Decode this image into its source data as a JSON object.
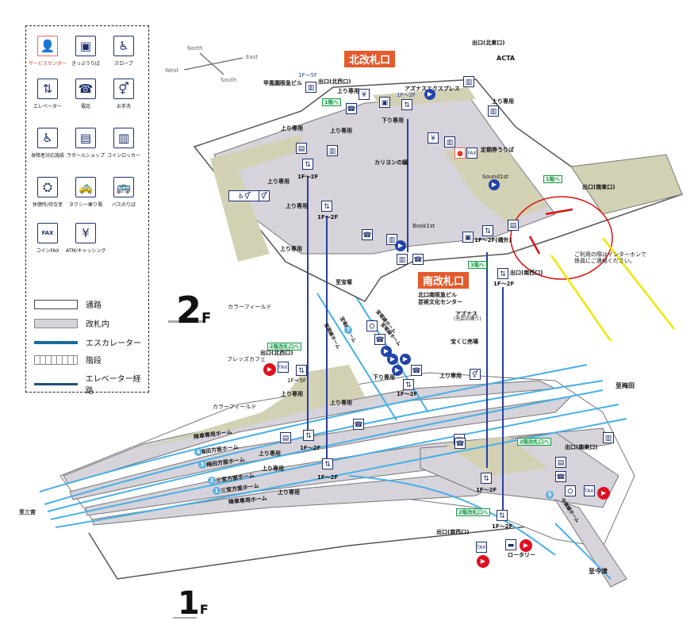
{
  "colors": {
    "concourse_fill": "#d6d3da",
    "open_fill": "#d3d1b4",
    "escalator": "#1a6c9a",
    "elevator_route": "#2a3f9e",
    "track": "#48b0e6",
    "gate_label_bg": "#e35b2d",
    "circle_annotation": "#dd1111",
    "yellow_line": "#f0e600"
  },
  "legend": {
    "icons": [
      {
        "icon": "service-center-icon",
        "glyph": "👤",
        "label": "サービスセンター",
        "highlight": true
      },
      {
        "icon": "ticket-counter-icon",
        "glyph": "▣",
        "label": "きっぷうりば"
      },
      {
        "icon": "slope-icon",
        "glyph": "♿",
        "label": "スロープ"
      },
      {
        "icon": "elevator-icon",
        "glyph": "⇅",
        "label": "エレベーター"
      },
      {
        "icon": "phone-icon",
        "glyph": "☎",
        "label": "電話"
      },
      {
        "icon": "restroom-icon",
        "glyph": "⚥",
        "label": "お手洗"
      },
      {
        "icon": "accessible-facility-icon",
        "glyph": "♿",
        "label": "身障者対応施設"
      },
      {
        "icon": "lagare-shop-icon",
        "glyph": "▤",
        "label": "ラガールショップ"
      },
      {
        "icon": "coin-locker-icon",
        "glyph": "▥",
        "label": "コインロッカー"
      },
      {
        "icon": "waiting-room-icon",
        "glyph": "⛭",
        "label": "休憩所/待合室"
      },
      {
        "icon": "taxi-icon",
        "glyph": "🚕",
        "label": "タクシー乗り場"
      },
      {
        "icon": "bus-icon",
        "glyph": "🚌",
        "label": "バスのりば"
      },
      {
        "icon": "coin-fax-icon",
        "glyph": "FAX",
        "label": "コインFAX"
      },
      {
        "icon": "atm-icon",
        "glyph": "¥",
        "label": "ATM/キャッシング"
      }
    ],
    "lines": [
      {
        "type": "passage",
        "label": "通路"
      },
      {
        "type": "inside-gate",
        "label": "改札内"
      },
      {
        "type": "escalator",
        "label": "エスカレーター"
      },
      {
        "type": "stairs",
        "label": "階段"
      },
      {
        "type": "elevator-route",
        "label": "エレベーター経路"
      }
    ]
  },
  "compass": {
    "north": "North",
    "east": "East",
    "west": "West",
    "south": "South"
  },
  "floors": {
    "upper": {
      "num": "2",
      "suffix": "F"
    },
    "lower": {
      "num": "1",
      "suffix": "F"
    }
  },
  "gates": {
    "north": "北改札口",
    "south": "南改札口"
  },
  "labels2f": {
    "exit_northeast": "出口(北東口)",
    "acta": "ACTA",
    "kofu_building": "甲風園阪急ビル",
    "elev_1f_5f_top": "1F～5F",
    "exit_northwest": "出口(北西口)",
    "up_only_1": "上り専用",
    "to_1f_1": "1階へ",
    "up_only_2": "上り専用",
    "down_only_1": "下り専用",
    "elev_1f_2f_a": "1F～2F",
    "asunas_express": "アズナスエクスプレス",
    "up_only_3": "上り専用",
    "up_only_4": "上り専用",
    "elev_1f_2f_b": "1F～2F",
    "carillon": "カリヨンの鐘",
    "commuter_pass": "定期券うりば",
    "sound1st": "Sound1st",
    "up_only_5": "上り専用",
    "up_only_6": "上り専用",
    "elev_1f_2f_c": "1F～2F",
    "book1st": "Book1st",
    "up_only_7": "上り専用",
    "to_1f_2": "1階へ",
    "exit_southeast": "出口(南東口)",
    "elev_1f_2f_outside": "1F～2F(構外)",
    "intercom_note_1": "ご利用の際はインターホンで",
    "intercom_note_2": "係員にご連絡ください。",
    "to_1f_3": "1階へ",
    "exit_southwest_2f": "出口(南西口)",
    "elev_1f_2f_d": "1F～2F",
    "to_takarazuka": "至宝塚",
    "hankyu_building_1": "北口南阪急ビル",
    "hankyu_building_2": "芸術文化センター"
  },
  "labels1f": {
    "color_field_1": "カラーフィールド",
    "to_2f_gate_1": "2階改札口へ",
    "exit_northwest_1f": "出口(北西口)",
    "friends_cafe": "フレッズカフェ",
    "elev_1f_5f": "1F～5F",
    "up_only_a": "上り専用",
    "color_field_2": "カラーフィールド",
    "up_only_b": "上り専用",
    "asunas": "アズナス",
    "asunas_sub": "(売店の隣り)",
    "lottery": "宝くじ売場",
    "down_only": "下り専用",
    "elev_1f_2f_e": "1F～2F",
    "up_only_c": "上り専用",
    "to_umeda": "至梅田",
    "alighting_platform_1": "降車専用ホーム",
    "platform_4": "梅田方面ホーム",
    "platform_3": "梅田方面ホーム",
    "up_only_d": "上り専用",
    "elev_1f_2f_f": "1F～2F",
    "up_only_e": "上り専用",
    "platform_2": "三宮方面ホーム",
    "platform_1": "三宮方面ホーム",
    "elev_1f_2f_g": "1F～2F",
    "up_only_f": "上り専用",
    "alighting_platform_2": "降車専用ホーム",
    "to_sannomiya": "至三宮",
    "to_2f_gate_2": "2階改札口へ",
    "exit_southeast_1f": "出口(南東口)",
    "elev_1f_2f_h": "1F～2F",
    "to_2f_gate_3": "2階改札口へ",
    "exit_southwest_1f": "出口(南西口)",
    "elev_1f_2f_i": "1F～2F",
    "rotary": "ロータリー",
    "to_imazu": "至今津",
    "imazu_platform": "今津線ホーム",
    "takarazuka_platform_a": "宝塚線ホーム",
    "takarazuka_platform_b": "宝塚線ホーム",
    "takarazuka_platform_c": "宝塚線ホーム",
    "takarazuka_platform_d": "宝塚線ホーム"
  },
  "platform_numbers": [
    "1",
    "2",
    "3",
    "4",
    "5",
    "6",
    "7"
  ]
}
